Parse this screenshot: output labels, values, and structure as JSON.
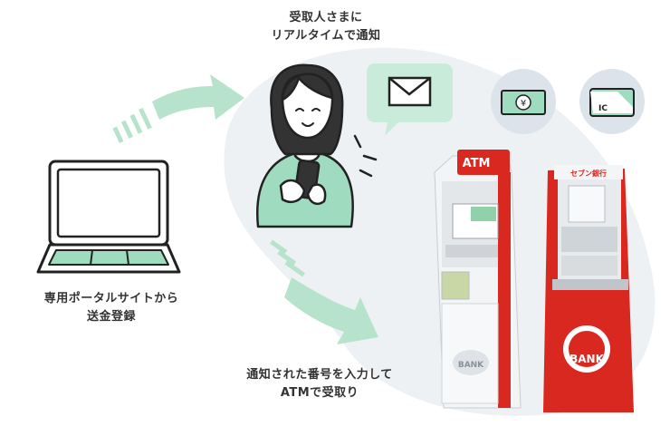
{
  "captions": {
    "recipient_line1": "受取人さまに",
    "recipient_line2": "リアルタイムで通知",
    "portal_line1": "専用ポータルサイトから",
    "portal_line2": "送金登録",
    "atm_line1": "通知された番号を入力して",
    "atm_line2": "ATMで受取り"
  },
  "atm_labels": {
    "sign": "ATM",
    "bank_mark_white": "BANK",
    "bank_mark_red": "BANK",
    "bank_brand": "セブン銀行"
  },
  "card_labels": {
    "cash": "¥",
    "ic": "IC"
  },
  "colors": {
    "mint": "#9fdcbf",
    "mint_light": "#c9ebd9",
    "blob": "#edf1f4",
    "line": "#222222",
    "atm_red": "#d8281f"
  },
  "icons": [
    "laptop-icon",
    "arrow-right-icon",
    "person-with-phone-icon",
    "envelope-icon",
    "banknote-icon",
    "ic-card-icon",
    "atm-white-icon",
    "atm-red-icon"
  ]
}
